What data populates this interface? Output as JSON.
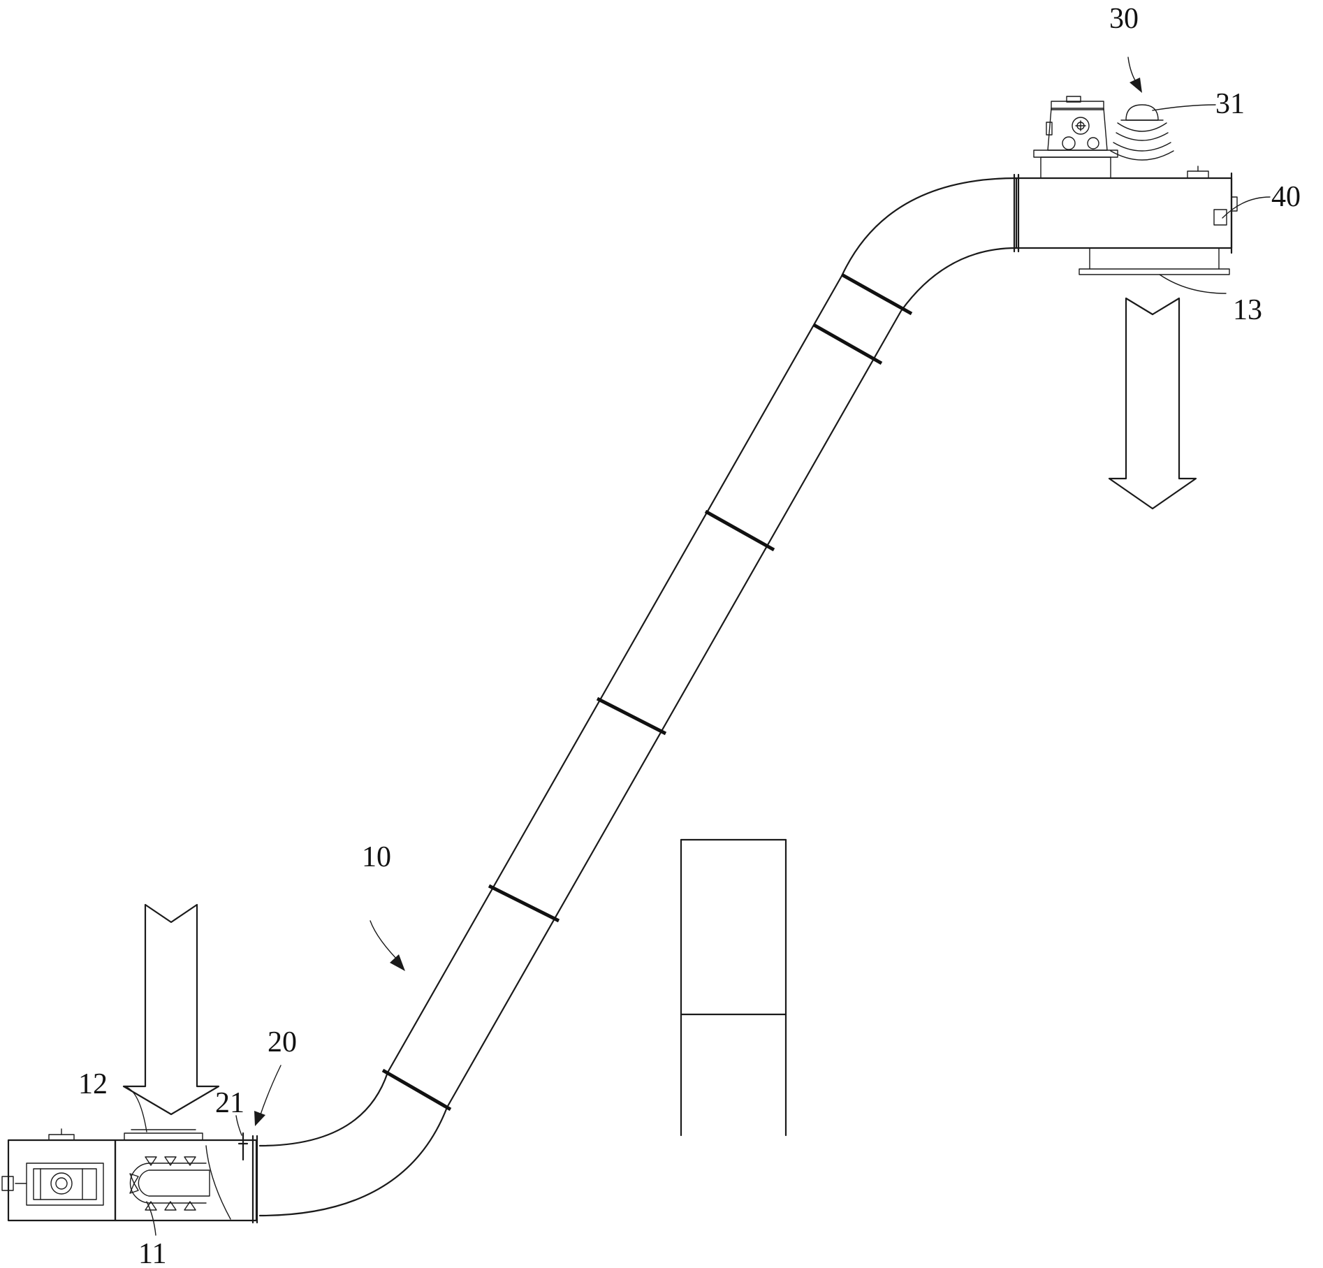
{
  "labels": {
    "conveyor": "10",
    "chain": "11",
    "inlet": "12",
    "outlet": "13",
    "sensor_unit": "20",
    "sensor": "21",
    "alarm": "30",
    "alarm_light": "31",
    "controller": "40"
  }
}
